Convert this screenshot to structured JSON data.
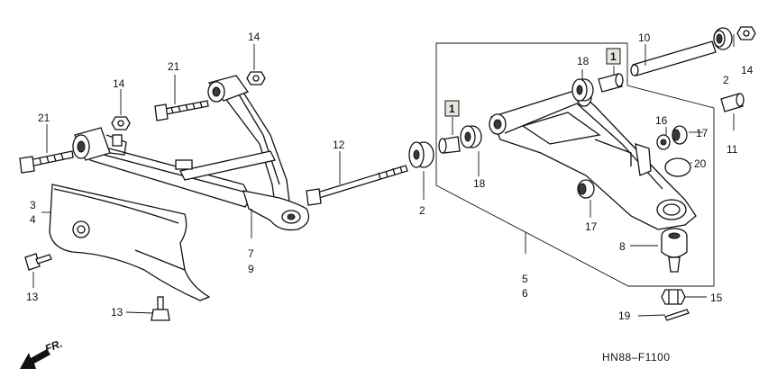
{
  "diagram": {
    "callouts": {
      "c1a": "1",
      "c1b": "1",
      "c2a": "2",
      "c2b": "2",
      "c3": "3",
      "c4": "4",
      "c5": "5",
      "c6": "6",
      "c7": "7",
      "c8": "8",
      "c9": "9",
      "c10": "10",
      "c11": "11",
      "c12": "12",
      "c13a": "13",
      "c13b": "13",
      "c14a": "14",
      "c14b": "14",
      "c14c": "14",
      "c15": "15",
      "c16": "16",
      "c17a": "17",
      "c17b": "17",
      "c18a": "18",
      "c18b": "18",
      "c19": "19",
      "c20": "20",
      "c21a": "21",
      "c21b": "21"
    },
    "front_arrow_label": "FR.",
    "figure_code": "HN88–F1100"
  }
}
